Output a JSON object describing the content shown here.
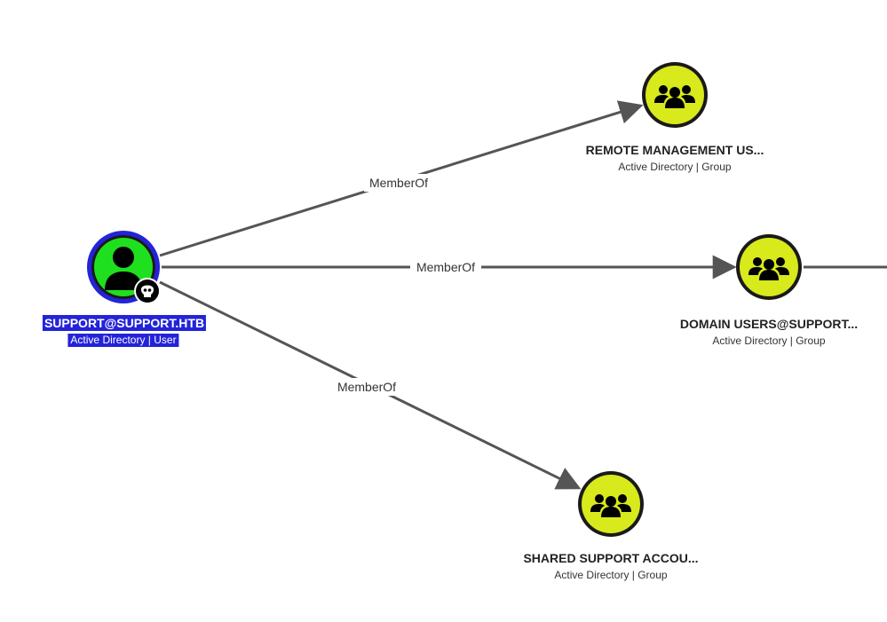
{
  "colors": {
    "edge": "#555555",
    "group_fill": "#d8e91c",
    "user_fill": "#1fe01f",
    "selected_ring": "#2323d9",
    "node_stroke": "#1a1a1a"
  },
  "nodes": {
    "user": {
      "title": "SUPPORT@SUPPORT.HTB",
      "subtitle": "Active Directory | User",
      "icon": "user-icon",
      "badge_icon": "skull-icon"
    },
    "remote_mgmt": {
      "title": "REMOTE MANAGEMENT US...",
      "subtitle": "Active Directory | Group",
      "icon": "group-icon"
    },
    "domain_users": {
      "title": "DOMAIN USERS@SUPPORT...",
      "subtitle": "Active Directory | Group",
      "icon": "group-icon"
    },
    "shared_support": {
      "title": "SHARED SUPPORT ACCOU...",
      "subtitle": "Active Directory | Group",
      "icon": "group-icon"
    }
  },
  "edges": {
    "to_remote_mgmt": {
      "label": "MemberOf"
    },
    "to_domain_users": {
      "label": "MemberOf"
    },
    "to_shared_support": {
      "label": "MemberOf"
    }
  }
}
